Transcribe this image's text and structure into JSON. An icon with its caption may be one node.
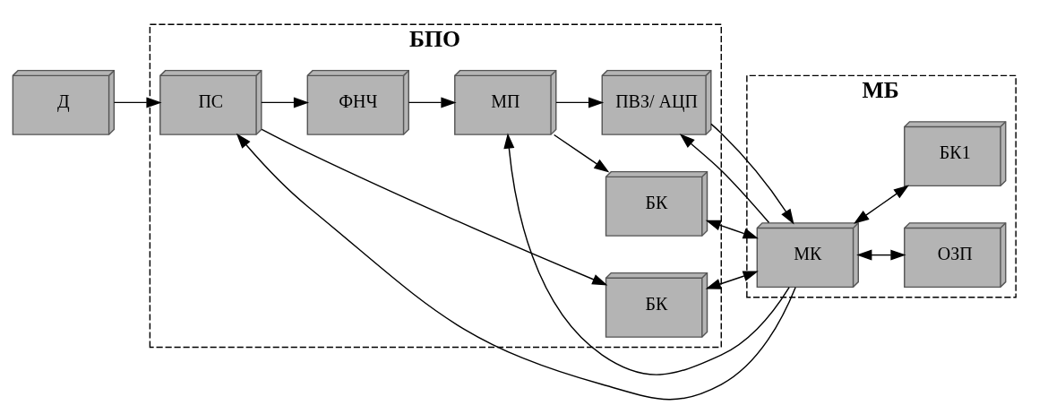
{
  "diagram": {
    "nodes": [
      {
        "text": [
          "БПО"
        ]
      },
      {
        "text": [
          "МБ"
        ]
      },
      {
        "text": [
          "БК"
        ],
        "in": 0
      },
      {
        "text": [
          "БК"
        ],
        "in": 0
      },
      {
        "text": [
          "ОЗП"
        ],
        "in": 1
      },
      {
        "text": [
          "Д"
        ]
      },
      {
        "text": [
          "ПС"
        ],
        "in": 0
      },
      {
        "text": [
          "ФНЧ"
        ],
        "in": 0
      },
      {
        "text": [
          "МП"
        ],
        "in": 0
      },
      {
        "text": [
          "ПВЗ/ АЦП"
        ],
        "in": 0
      },
      {
        "text": [
          "МК"
        ],
        "in": 1
      },
      {
        "text": [
          "БК1"
        ],
        "in": 1
      }
    ],
    "edges": [
      {
        "from": 5,
        "to": 6,
        "arrow": "to"
      },
      {
        "from": 6,
        "to": 7,
        "arrow": "to"
      },
      {
        "from": 6,
        "to": 2,
        "arrow": "to"
      },
      {
        "from": 7,
        "to": 8,
        "arrow": "to"
      },
      {
        "from": 8,
        "to": 9,
        "arrow": "to"
      },
      {
        "from": 8,
        "to": 3,
        "arrow": "to"
      },
      {
        "from": 9,
        "to": 10,
        "arrow": "to"
      },
      {
        "from": 2,
        "to": 10,
        "arrow": "both"
      },
      {
        "from": 3,
        "to": 10,
        "arrow": "both"
      },
      {
        "from": 10,
        "to": 4,
        "arrow": "both"
      },
      {
        "from": 10,
        "to": 11,
        "arrow": "both"
      },
      {
        "from": 10,
        "to": 9,
        "arrow": "to"
      },
      {
        "from": 10,
        "to": 8,
        "arrow": "to"
      },
      {
        "from": 10,
        "to": 6,
        "arrow": "to"
      }
    ]
  }
}
